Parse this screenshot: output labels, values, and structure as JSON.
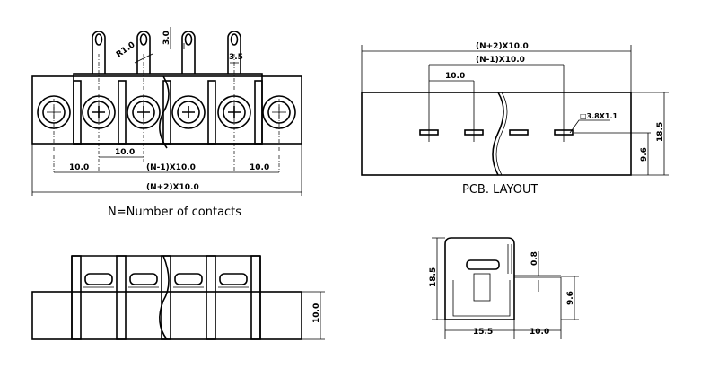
{
  "front_view": {
    "dims": {
      "pitch": "10.0",
      "left_end": "10.0",
      "middle": "(N-1)X10.0",
      "right_end": "10.0",
      "overall": "(N+2)X10.0",
      "radius": "R1.0",
      "tab_height": "3.0",
      "tab_width": "3.5"
    },
    "caption": "N=Number of contacts"
  },
  "pcb_layout": {
    "dims": {
      "overall": "(N+2)X10.0",
      "middle": "(N-1)X10.0",
      "pitch": "10.0",
      "slot": "□3.8X1.1",
      "slot_height": "9.6",
      "depth": "18.5"
    },
    "caption": "PCB. LAYOUT"
  },
  "side_view": {
    "dims": {
      "height": "10.0"
    }
  },
  "section_view": {
    "dims": {
      "height": "18.5",
      "width": "15.5",
      "offset": "10.0",
      "thickness": "0.8",
      "pin_height": "9.6"
    }
  }
}
